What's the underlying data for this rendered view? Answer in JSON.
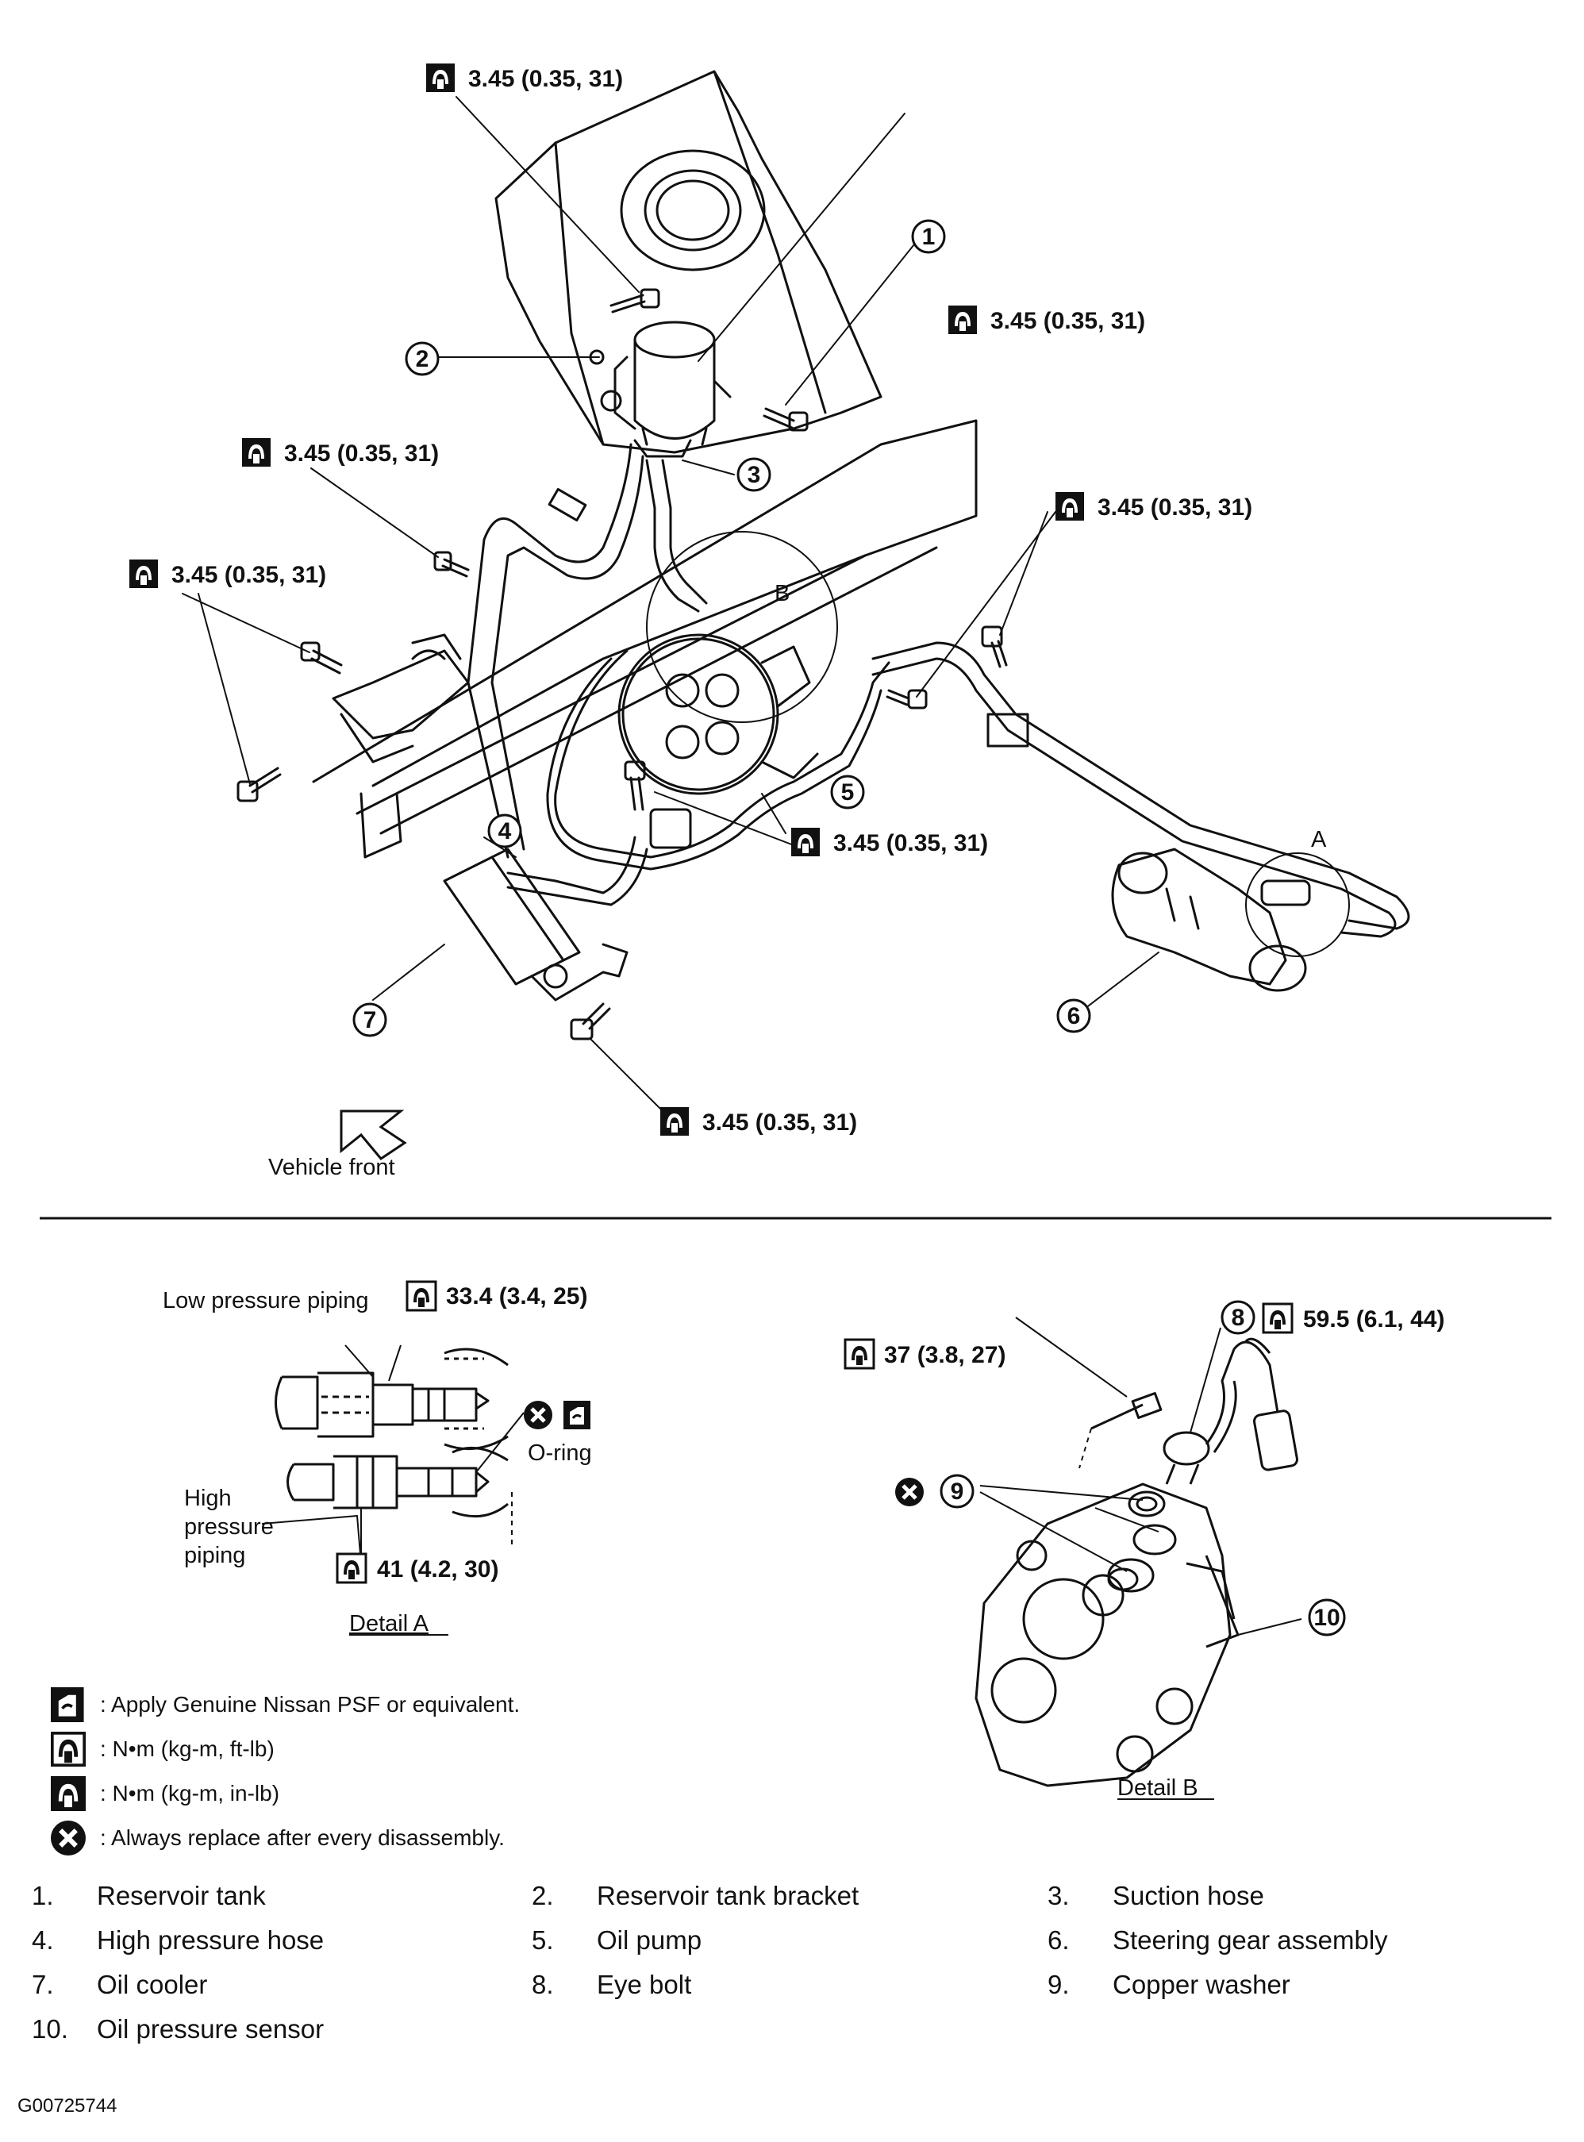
{
  "torque_labels": {
    "top": "3.45 (0.35, 31)",
    "right_reservoir": "3.45 (0.35, 31)",
    "left_upper": "3.45 (0.35, 31)",
    "left_bracket": "3.45 (0.35, 31)",
    "right_clamp": "3.45 (0.35, 31)",
    "center_clamp": "3.45 (0.35, 31)",
    "bottom_cooler": "3.45 (0.35, 31)"
  },
  "callouts": {
    "c1": "1",
    "c2": "2",
    "c3": "3",
    "c4": "4",
    "c5": "5",
    "c6": "6",
    "c7": "7",
    "c8": "8",
    "c9": "9",
    "c10": "10"
  },
  "detail_letters": {
    "a": "A",
    "b": "B"
  },
  "vehicle_front": "Vehicle front",
  "detail_a": {
    "title": "Detail A",
    "low_pressure": "Low pressure piping",
    "high_pressure_l1": "High",
    "high_pressure_l2": "pressure",
    "high_pressure_l3": "piping",
    "torque_low": "33.4 (3.4, 25)",
    "torque_high": "41 (4.2, 30)",
    "oring": "O-ring"
  },
  "detail_b": {
    "title": "Detail B",
    "torque_bolt": "37 (3.8, 27)",
    "torque_eyebolt": "59.5 (6.1, 44)"
  },
  "legend": {
    "psf": ": Apply Genuine Nissan PSF or equivalent.",
    "ftlb": ": N•m (kg-m, ft-lb)",
    "inlb": ": N•m (kg-m, in-lb)",
    "replace": ": Always replace after every disassembly."
  },
  "parts": [
    {
      "n": "1.",
      "name": "Reservoir tank"
    },
    {
      "n": "2.",
      "name": "Reservoir tank bracket"
    },
    {
      "n": "3.",
      "name": "Suction hose"
    },
    {
      "n": "4.",
      "name": "High pressure hose"
    },
    {
      "n": "5.",
      "name": "Oil pump"
    },
    {
      "n": "6.",
      "name": "Steering gear assembly"
    },
    {
      "n": "7.",
      "name": "Oil cooler"
    },
    {
      "n": "8.",
      "name": "Eye bolt"
    },
    {
      "n": "9.",
      "name": "Copper washer"
    },
    {
      "n": "10.",
      "name": "Oil pressure sensor"
    }
  ],
  "figure_code": "G00725744"
}
